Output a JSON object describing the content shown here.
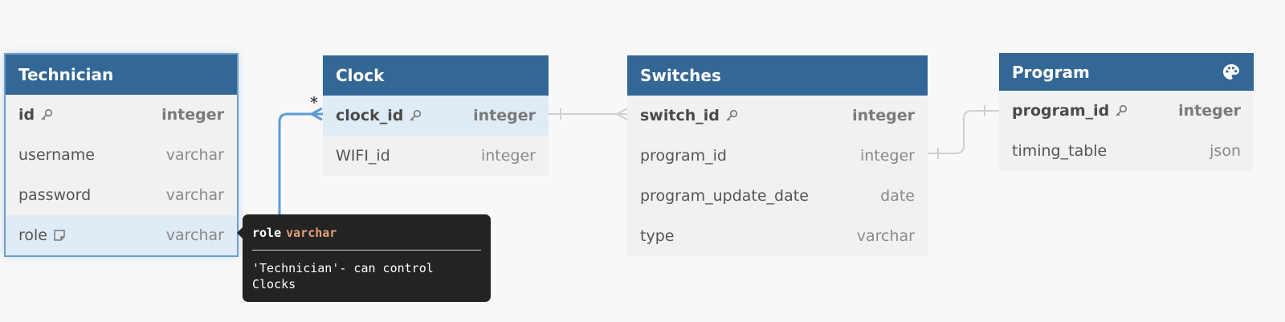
{
  "colors": {
    "header_bg": "#336795",
    "table_bg": "#f1f1f1",
    "highlight_row": "#e0ecf5",
    "selected_outline": "#6a9fd2",
    "connector_active": "#5b9bd5",
    "connector_inactive": "#cfcfcf",
    "tooltip_bg": "#232323",
    "tooltip_type": "#e4a07a"
  },
  "tables": {
    "technician": {
      "name": "Technician",
      "fields": [
        {
          "name": "id",
          "type": "integer",
          "icon": "key-icon"
        },
        {
          "name": "username",
          "type": "varchar"
        },
        {
          "name": "password",
          "type": "varchar"
        },
        {
          "name": "role",
          "type": "varchar",
          "icon": "note-icon"
        }
      ]
    },
    "clock": {
      "name": "Clock",
      "fields": [
        {
          "name": "clock_id",
          "type": "integer",
          "icon": "key-icon"
        },
        {
          "name": "WIFI_id",
          "type": "integer"
        }
      ]
    },
    "switches": {
      "name": "Switches",
      "fields": [
        {
          "name": "switch_id",
          "type": "integer",
          "icon": "key-icon"
        },
        {
          "name": "program_id",
          "type": "integer"
        },
        {
          "name": "program_update_date",
          "type": "date"
        },
        {
          "name": "type",
          "type": "varchar"
        }
      ]
    },
    "program": {
      "name": "Program",
      "header_icon": "palette-icon",
      "fields": [
        {
          "name": "program_id",
          "type": "integer",
          "icon": "key-icon"
        },
        {
          "name": "timing_table",
          "type": "json"
        }
      ]
    }
  },
  "relations": {
    "technician_clock_marker": "*"
  },
  "tooltip": {
    "field": "role",
    "type": "varchar",
    "note_line1": "'Technician'- can control",
    "note_line2": "Clocks"
  }
}
